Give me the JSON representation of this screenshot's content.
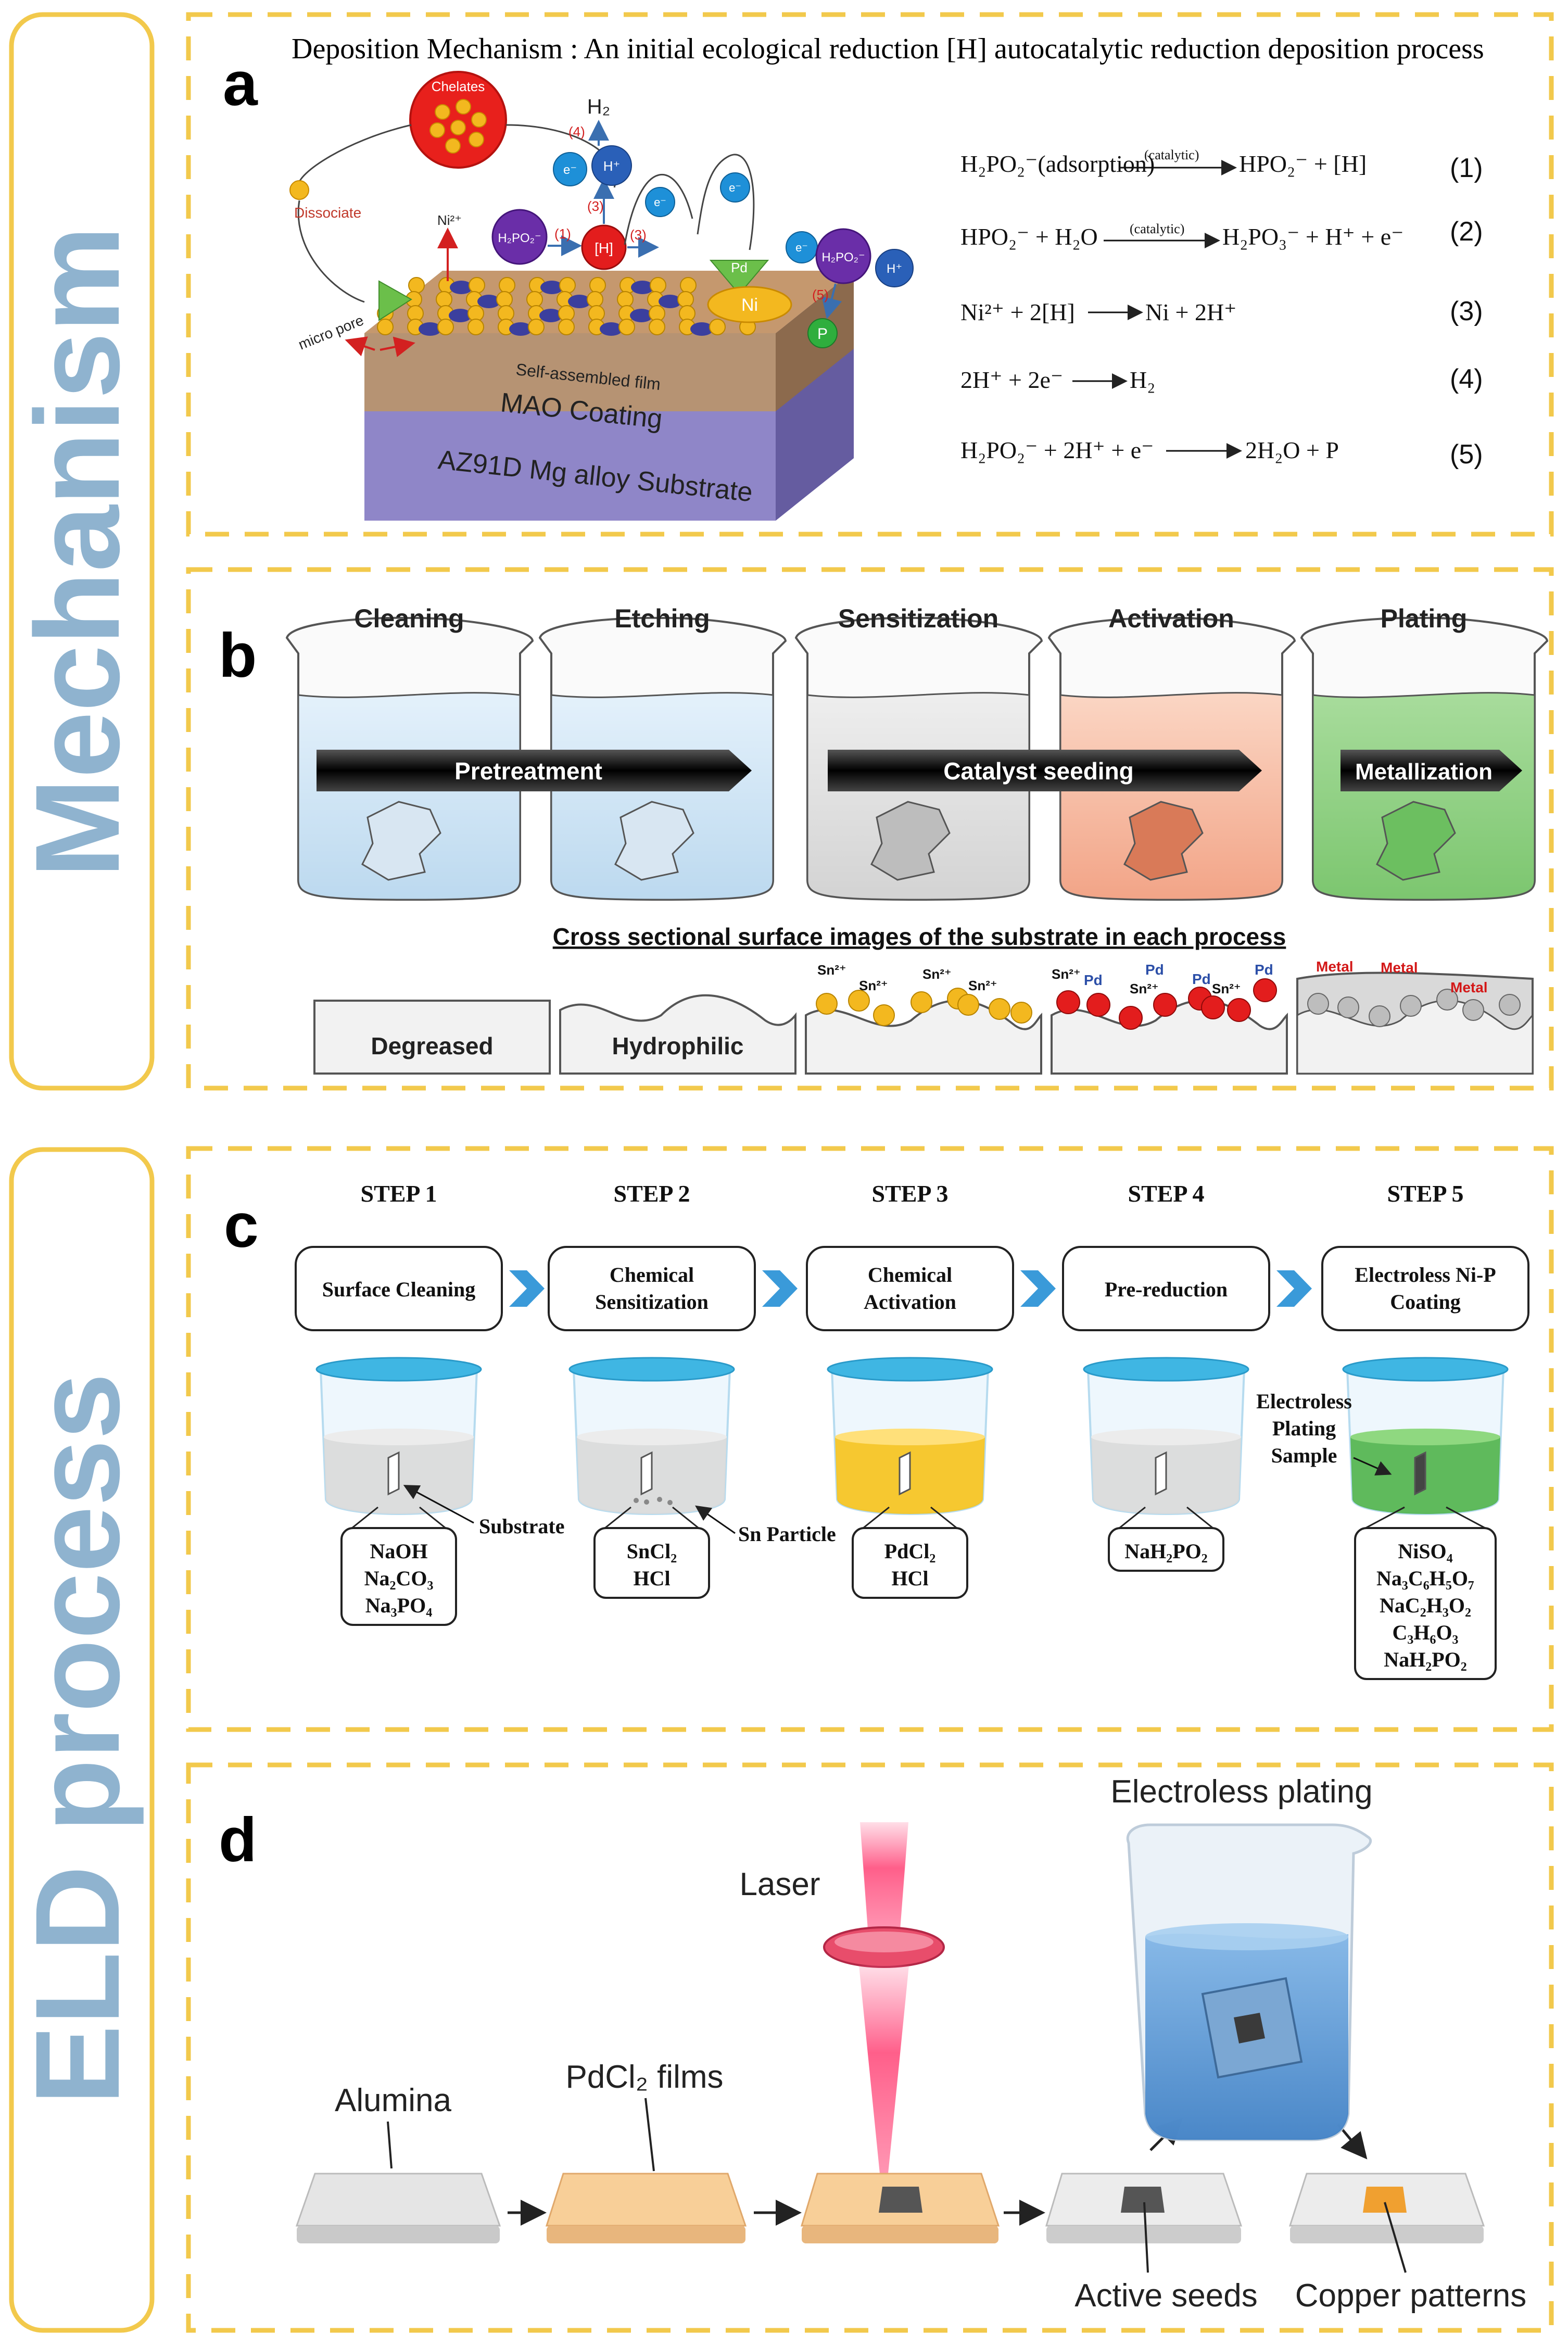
{
  "side_labels": {
    "mechanism": "Mechanism",
    "eld": "ELD process"
  },
  "colors": {
    "panel_border": "#f2c94c",
    "side_label": "#8fb3cf",
    "arrow_blue": "#3a9ad9",
    "pd_blue": "#3b3f9e",
    "sn_yellow": "#f3b81f",
    "pd_red": "#e31d1d"
  },
  "panel_a": {
    "letter": "a",
    "title": "Deposition Mechanism : An initial ecological reduction [H] autocatalytic reduction deposition process",
    "labels": {
      "chelates": "Chelates",
      "dissociate": "Dissociate",
      "ni2": "Ni²⁺",
      "h2": "H₂",
      "micro_pore": "micro pore",
      "self_assembled": "Self-assembled film",
      "mao": "MAO Coating",
      "substrate": "AZ91D Mg alloy Substrate",
      "h2po2": "H₂PO₂⁻",
      "h": "[H]",
      "e": "e⁻",
      "hplus": "H⁺",
      "pd": "Pd",
      "ni": "Ni",
      "p": "P",
      "step1": "(1)",
      "step3": "(3)",
      "step4": "(4)",
      "step5": "(5)"
    },
    "equations": [
      {
        "lhs": "H₂PO₂⁻(adsorption)",
        "over": "(catalytic)",
        "rhs": "HPO₂⁻ + [H]",
        "num": "(1)"
      },
      {
        "lhs": "HPO₂⁻ + H₂O",
        "over": "(catalytic)",
        "rhs": "H₂PO₃⁻ + H⁺ + e⁻",
        "num": "(2)"
      },
      {
        "lhs": "Ni²⁺ + 2[H]",
        "over": "",
        "rhs": "Ni + 2H⁺",
        "num": "(3)"
      },
      {
        "lhs": "2H⁺ + 2e⁻",
        "over": "",
        "rhs": "H₂",
        "num": "(4)"
      },
      {
        "lhs": "H₂PO₂⁻ + 2H⁺ + e⁻",
        "over": "",
        "rhs": "2H₂O + P",
        "num": "(5)"
      }
    ]
  },
  "panel_b": {
    "letter": "b",
    "beakers": [
      "Cleaning",
      "Etching",
      "Sensitization",
      "Activation",
      "Plating"
    ],
    "arrows": [
      "Pretreatment",
      "Catalyst seeding",
      "Metallization"
    ],
    "cross_title": "Cross sectional surface images of the substrate in each process",
    "cross_labels": [
      "Degreased",
      "Hydrophilic"
    ],
    "sn": "Sn²⁺",
    "pd": "Pd",
    "metal": "Metal"
  },
  "panel_c": {
    "letter": "c",
    "steps": [
      {
        "num": "STEP 1",
        "name": [
          "Surface Cleaning"
        ],
        "chem": [
          "NaOH",
          "Na₂CO₃",
          "Na₃PO₄"
        ]
      },
      {
        "num": "STEP 2",
        "name": [
          "Chemical",
          "Sensitization"
        ],
        "chem": [
          "SnCl₂",
          "HCl"
        ]
      },
      {
        "num": "STEP 3",
        "name": [
          "Chemical",
          "Activation"
        ],
        "chem": [
          "PdCl₂",
          "HCl"
        ]
      },
      {
        "num": "STEP 4",
        "name": [
          "Pre-reduction"
        ],
        "chem": [
          "NaH₂PO₂"
        ]
      },
      {
        "num": "STEP 5",
        "name": [
          "Electroless Ni-P",
          "Coating"
        ],
        "chem": [
          "NiSO₄",
          "Na₃C₆H₅O₇",
          "NaC₂H₃O₂",
          "C₃H₆O₃",
          "NaH₂PO₂"
        ]
      }
    ],
    "callouts": {
      "substrate": "Substrate",
      "sn_particle": "Sn Particle",
      "sample": [
        "Electroless",
        "Plating",
        "Sample"
      ]
    }
  },
  "panel_d": {
    "letter": "d",
    "labels": {
      "electroless": "Electroless plating",
      "laser": "Laser",
      "alumina": "Alumina",
      "pdcl2": "PdCl₂ films",
      "active": "Active seeds",
      "copper": "Copper patterns"
    }
  }
}
